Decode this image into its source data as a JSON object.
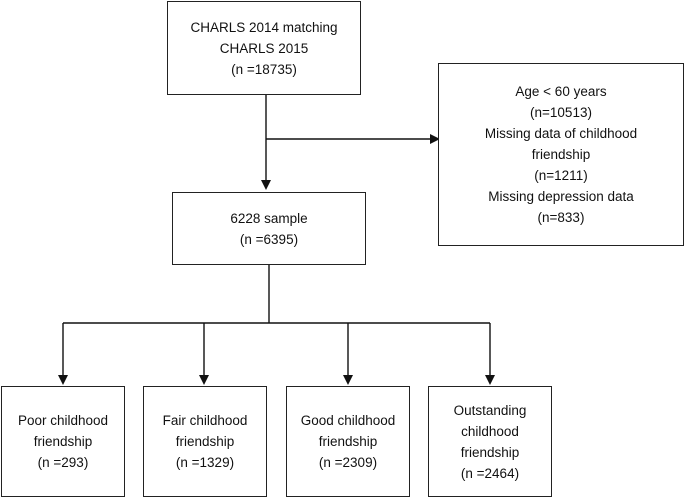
{
  "top_box": {
    "lines": [
      "CHARLS 2014 matching",
      "CHARLS 2015",
      "(n =18735)"
    ]
  },
  "exclusion_box": {
    "lines": [
      "Age < 60 years",
      "(n=10513)",
      "Missing data of childhood",
      "friendship",
      "(n=1211)",
      "Missing depression data",
      "(n=833)"
    ]
  },
  "sample_box": {
    "lines": [
      "6228 sample",
      "(n =6395)"
    ]
  },
  "groups": [
    {
      "lines": [
        "Poor childhood",
        "friendship",
        "(n =293)"
      ]
    },
    {
      "lines": [
        "Fair childhood",
        "friendship",
        "(n =1329)"
      ]
    },
    {
      "lines": [
        "Good childhood",
        "friendship",
        "(n =2309)"
      ]
    },
    {
      "lines": [
        "Outstanding",
        "childhood",
        "friendship",
        "(n =2464)"
      ]
    }
  ]
}
